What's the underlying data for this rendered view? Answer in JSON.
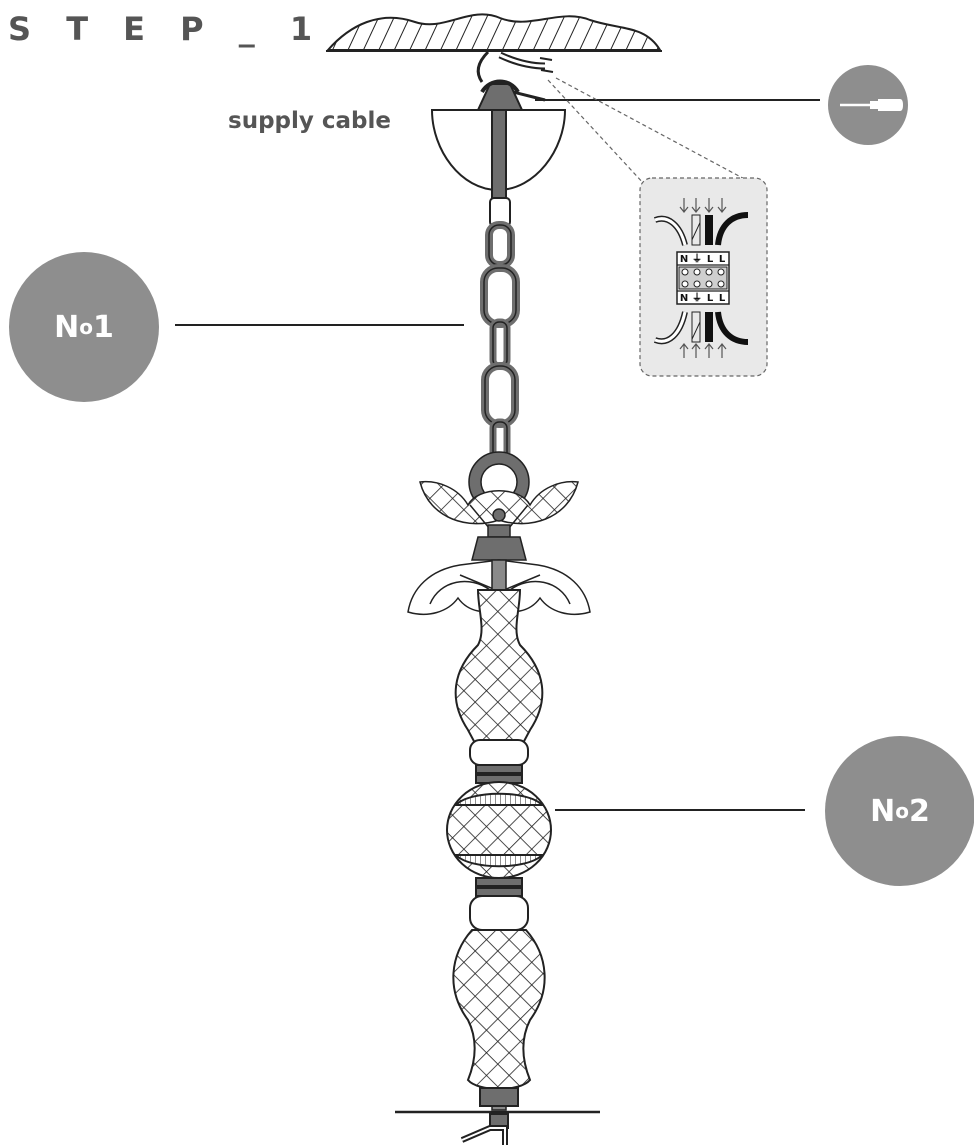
{
  "title": "S T E P _ 1",
  "supply_cable_label": "supply cable",
  "part_badges": [
    {
      "prefix": "N",
      "sup": "o",
      "number": "1"
    },
    {
      "prefix": "N",
      "sup": "o",
      "number": "2"
    }
  ],
  "terminal_labels": {
    "top": [
      "N",
      "⏚",
      "L",
      "L"
    ],
    "bottom": [
      "N",
      "⏚",
      "L",
      "L"
    ]
  },
  "tool_icon": "screwdriver-icon",
  "colors": {
    "badge": "#8e8e8e",
    "line": "#222222",
    "metal": "#6e6e6e",
    "detail_bg": "#e9e9e9",
    "text": "#555555"
  }
}
